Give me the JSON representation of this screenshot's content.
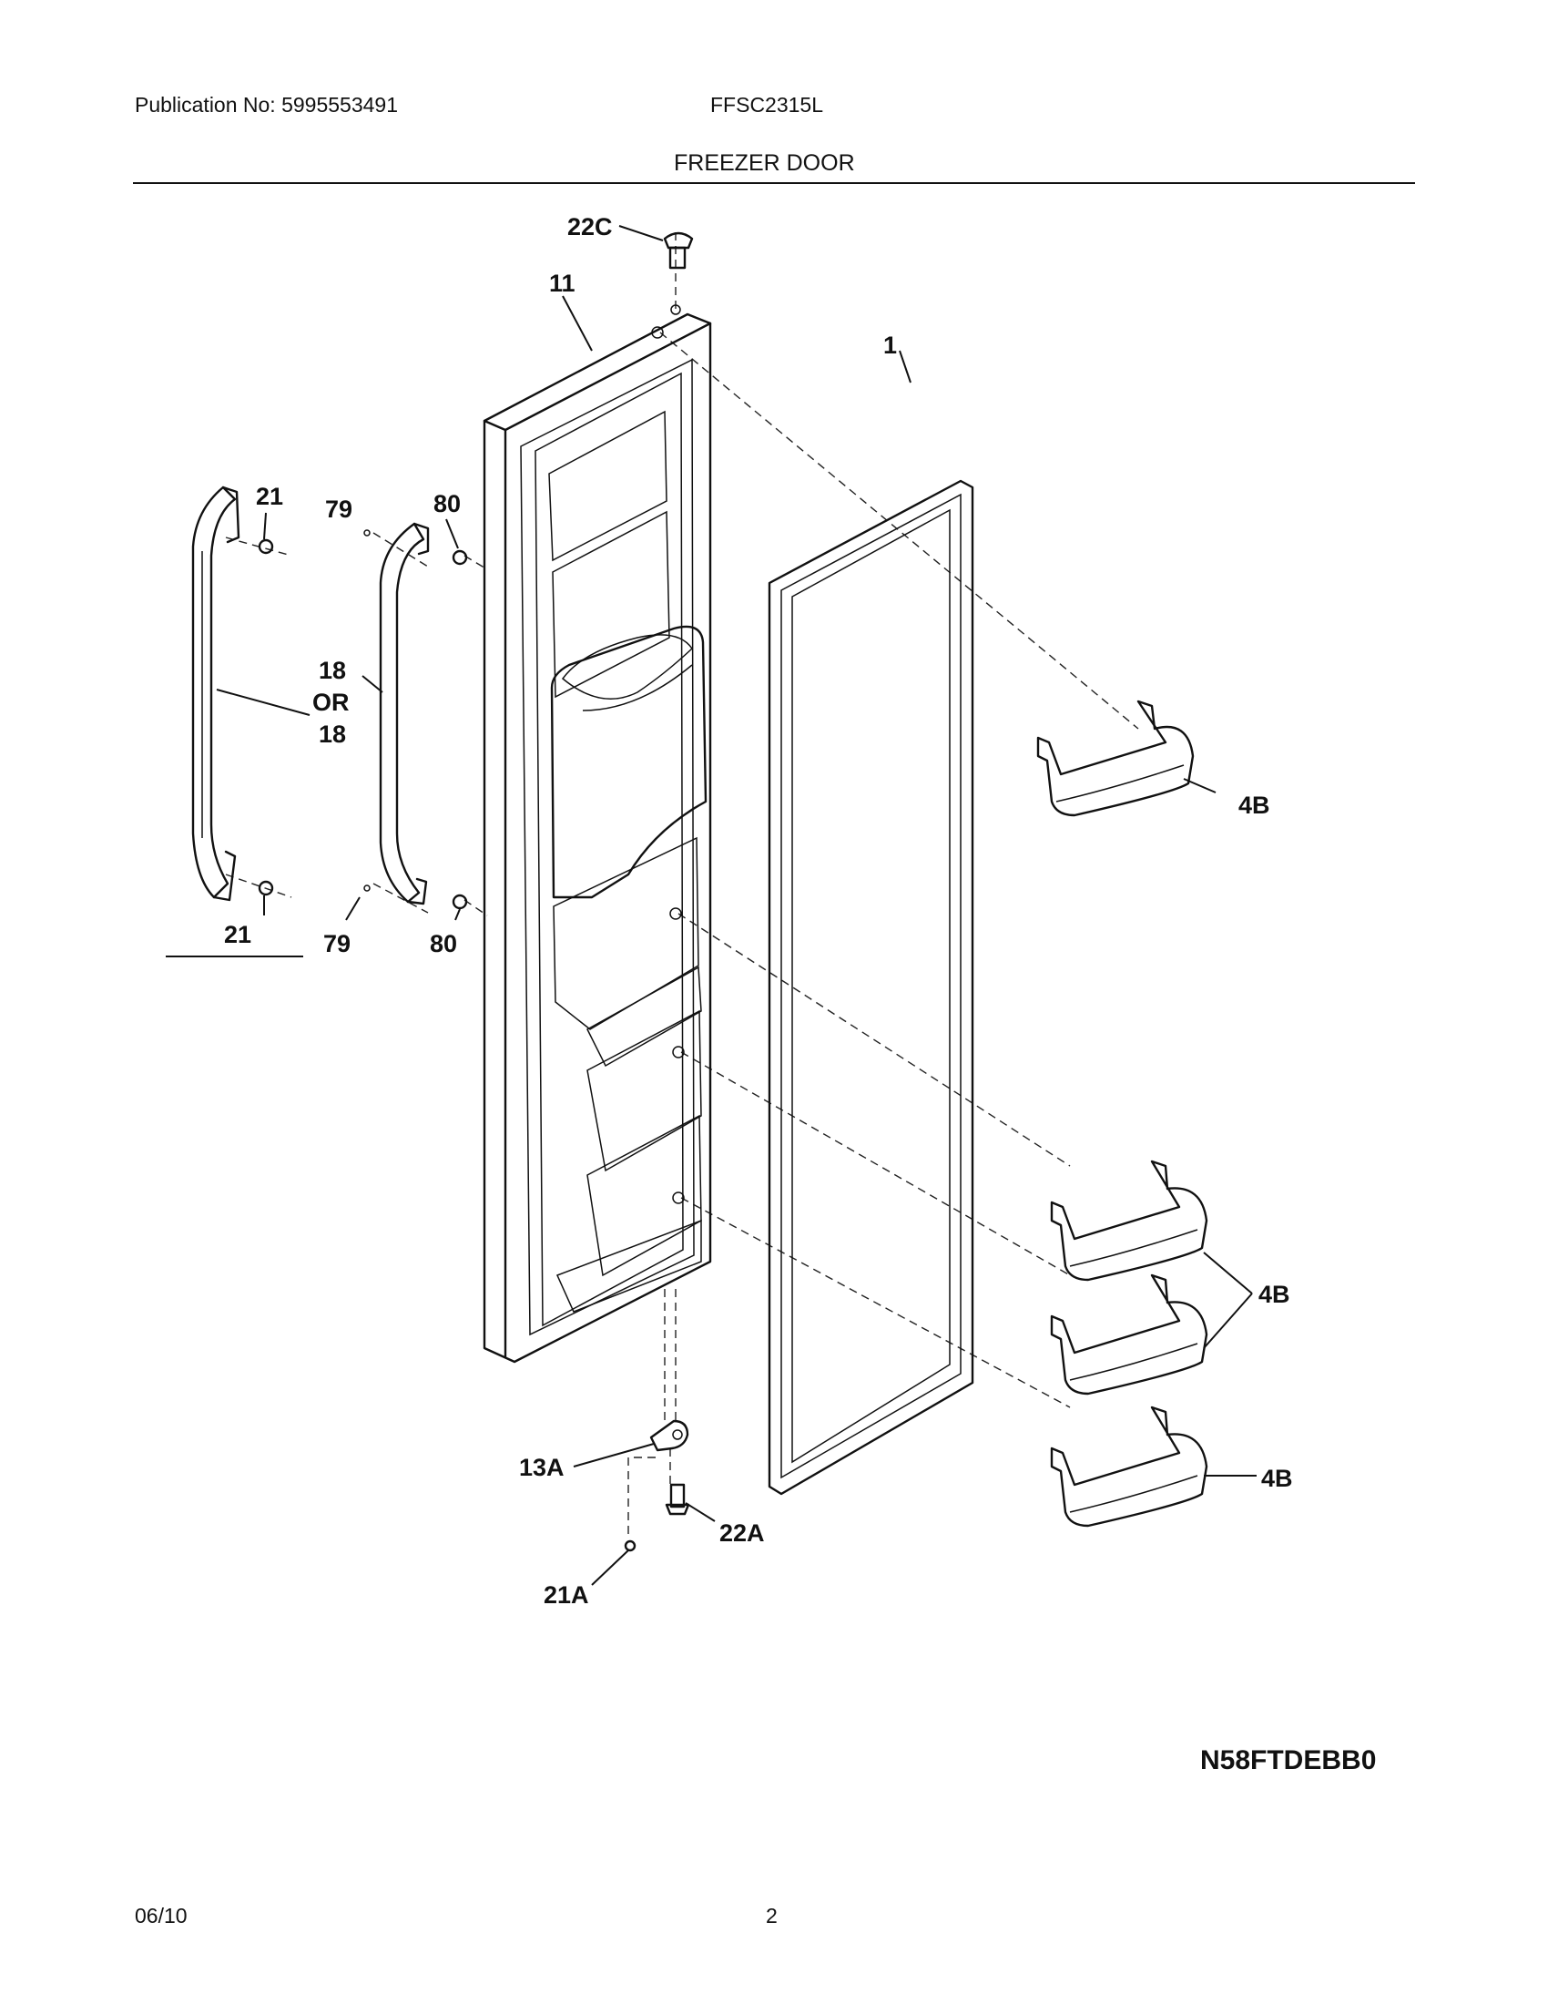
{
  "header": {
    "publication": "Publication No: 5995553491",
    "model": "FFSC2315L",
    "section_title": "FREEZER DOOR"
  },
  "callouts": {
    "c22c": "22C",
    "c11": "11",
    "c1": "1",
    "c21_top": "21",
    "c79_top": "79",
    "c80_top": "80",
    "c18_a": "18",
    "c_or": "OR",
    "c18_b": "18",
    "c4b_top": "4B",
    "c21_bot": "21",
    "c79_bot": "79",
    "c80_bot": "80",
    "c4b_mid": "4B",
    "c4b_bot": "4B",
    "c13a": "13A",
    "c22a": "22A",
    "c21a": "21A"
  },
  "diagram_code": "N58FTDEBB0",
  "footer": {
    "date": "06/10",
    "page": "2"
  }
}
